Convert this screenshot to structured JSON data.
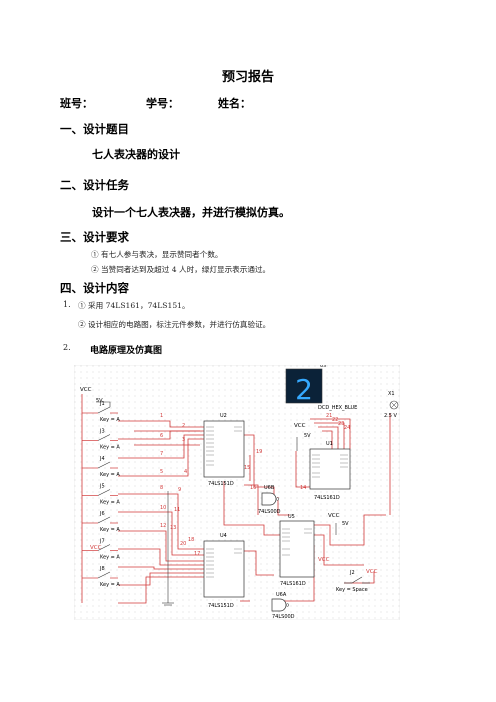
{
  "title": "预习报告",
  "meta": {
    "class_label": "班号：",
    "student_id_label": "学号：",
    "name_label": "姓名："
  },
  "sections": {
    "s1": {
      "heading": "一、设计题目",
      "content": "七人表决器的设计"
    },
    "s2": {
      "heading": "二、设计任务",
      "content": "设计一个七人表决器，并进行模拟仿真。"
    },
    "s3": {
      "heading": "三、设计要求",
      "items": [
        "① 有七人参与表决，显示赞同者个数。",
        "② 当赞同者达到及超过 4 人时，绿灯显示表示通过。"
      ]
    },
    "s4": {
      "heading": "四、设计内容",
      "items": [
        {
          "num": "1.",
          "text": "① 采用 74LS161，74LS151。"
        },
        {
          "num": "",
          "text": "② 设计相应的电路图，标注元件参数，并进行仿真验证。"
        },
        {
          "num": "2.",
          "text": "电路原理及仿真图"
        }
      ]
    }
  },
  "circuit": {
    "display_ref": "U3",
    "display_value": "2",
    "display_label": "DCD_HEX_BLUE",
    "probe_ref": "X1",
    "probe_label": "2.5 V",
    "vcc": "VCC",
    "supply": "5V",
    "switches": [
      {
        "ref": "J1",
        "label": "Key = A"
      },
      {
        "ref": "J3",
        "label": "Key = A"
      },
      {
        "ref": "J4",
        "label": "Key = A"
      },
      {
        "ref": "J5",
        "label": "Key = A"
      },
      {
        "ref": "J6",
        "label": "Key = A"
      },
      {
        "ref": "J7",
        "label": "Key = A"
      },
      {
        "ref": "J8",
        "label": "Key = A"
      }
    ],
    "space_switch": {
      "ref": "J2",
      "label": "Key = Space"
    },
    "chips": {
      "u2": {
        "ref": "U2",
        "label": "74LS151D"
      },
      "u4": {
        "ref": "U4",
        "label": "74LS151D"
      },
      "u1": {
        "ref": "U1",
        "label": "74LS161D"
      },
      "u5": {
        "ref": "U5",
        "label": "74LS161D"
      },
      "u6b": {
        "ref": "U6B",
        "label": "74LS00D"
      },
      "u6a": {
        "ref": "U6A",
        "label": "74LS00D"
      }
    },
    "net_numbers": [
      "1",
      "2",
      "6",
      "3",
      "7",
      "4",
      "5",
      "9",
      "8",
      "11",
      "10",
      "13",
      "12",
      "18",
      "17",
      "19",
      "15",
      "20",
      "16",
      "14",
      "21",
      "22",
      "23",
      "24"
    ]
  },
  "colors": {
    "wire": "#d23a3a",
    "ink": "#1a1a1a",
    "display_bg": "#0b2238",
    "display_seg": "#35a9ff",
    "grid": "#d9d9d9"
  }
}
